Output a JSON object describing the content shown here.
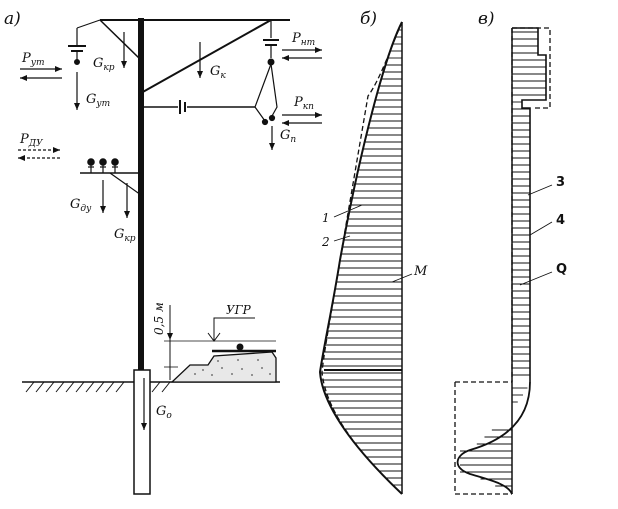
{
  "panels": {
    "a": "а)",
    "b": "б)",
    "v": "в)"
  },
  "loads": {
    "p_ut": "P",
    "p_ut_sub": "ут",
    "g_kr_top": "G",
    "g_kr_top_sub": "кр",
    "g_ut": "G",
    "g_ut_sub": "ут",
    "g_k": "G",
    "g_k_sub": "к",
    "p_nt": "P",
    "p_nt_sub": "нт",
    "p_kp": "P",
    "p_kp_sub": "кп",
    "g_p": "G",
    "g_p_sub": "п",
    "p_du": "P",
    "p_du_sub": "ДУ",
    "g_du": "G",
    "g_du_sub": "ду",
    "g_kr_low": "G",
    "g_kr_low_sub": "кр",
    "g_o": "G",
    "g_o_sub": "о",
    "dim_05m": "0,5 м",
    "ugr": "УГР"
  },
  "moment_diagram": {
    "curve1": "1",
    "curve2": "2",
    "m": "М"
  },
  "shear_diagram": {
    "n3": "3",
    "n4": "4",
    "q": "Q"
  }
}
